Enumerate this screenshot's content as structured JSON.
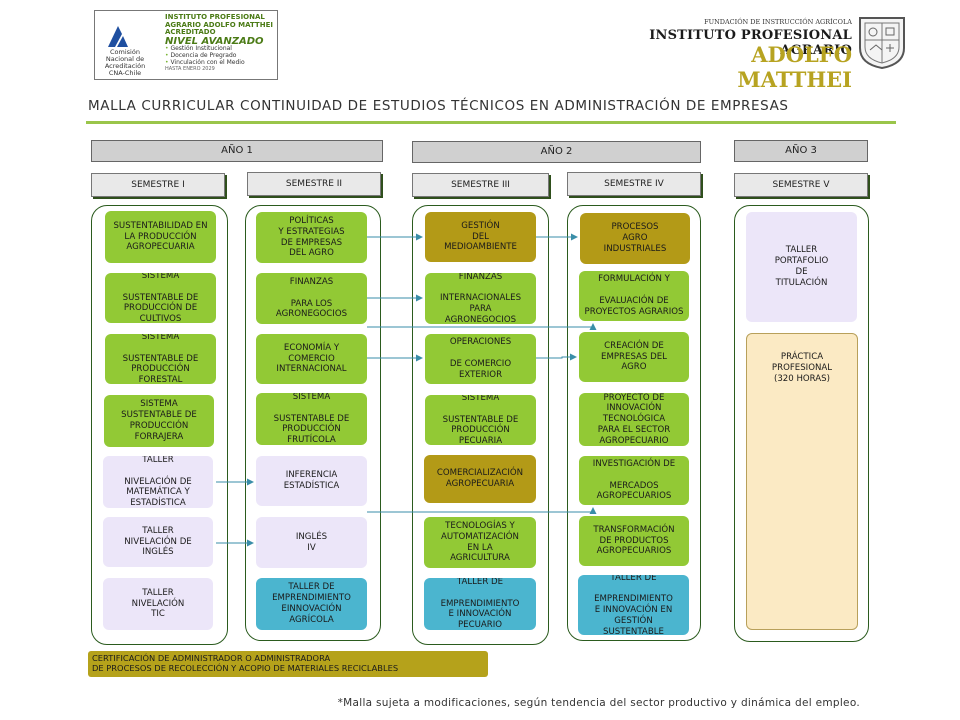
{
  "header": {
    "cna": {
      "name": "Comisión Nacional de Acreditación CNA-Chile",
      "institute": "INSTITUTO PROFESIONAL AGRARIO ADOLFO MATTHEI",
      "status": "ACREDITADO",
      "level": "NIVEL AVANZADO",
      "bullets": [
        "Gestión Institucional",
        "Docencia de Pregrado",
        "Vinculación con el Medio"
      ],
      "validity": "HASTA ENERO 2029"
    },
    "institution": {
      "foundation": "FUNDACIÓN DE INSTRUCCIÓN AGRÍCOLA",
      "line1": "INSTITUTO PROFESIONAL AGRARIO",
      "line2": "ADOLFO MATTHEI"
    }
  },
  "title": "MALLA CURRICULAR CONTINUIDAD DE ESTUDIOS TÉCNICOS EN ADMINISTRACIÓN DE EMPRESAS",
  "years": [
    "AÑO 1",
    "AÑO 2",
    "AÑO 3"
  ],
  "semesters": [
    "SEMESTRE I",
    "SEMESTRE II",
    "SEMESTRE III",
    "SEMESTRE IV",
    "SEMESTRE V"
  ],
  "columns": [
    {
      "courses": [
        "SUSTENTABILIDAD EN\nLA PRODUCCIÓN\nAGROPECUARIA",
        "SISTEMA\n\nSUSTENTABLE DE\nPRODUCCIÓN DE\nCULTIVOS",
        "SISTEMA\n\nSUSTENTABLE DE\nPRODUCCIÓN\nFORESTAL",
        "SISTEMA\nSUSTENTABLE DE\nPRODUCCIÓN\nFORRAJERA",
        "TALLER\n\nNIVELACIÓN DE\nMATEMÁTICA Y\nESTADÍSTICA",
        "TALLER\nNIVELACIÓN DE\nINGLÉS",
        "TALLER\nNIVELACIÓN\nTIC"
      ]
    },
    {
      "courses": [
        "POLÍTICAS\nY ESTRATEGIAS\nDE EMPRESAS\nDEL AGRO",
        "FINANZAS\n\nPARA LOS\nAGRONEGOCIOS",
        "ECONOMÍA Y\nCOMERCIO\nINTERNACIONAL",
        "SISTEMA\n\nSUSTENTABLE DE\nPRODUCCIÓN\nFRUTÍCOLA",
        "INFERENCIA\nESTADÍSTICA",
        "INGLÉS\nIV",
        "TALLER DE\nEMPRENDIMIENTO\nEINNOVACIÓN\nAGRÍCOLA"
      ]
    },
    {
      "courses": [
        "GESTIÓN\nDEL\nMEDIOAMBIENTE",
        "FINANZAS\n\nINTERNACIONALES\nPARA\nAGRONEGOCIOS",
        "OPERACIONES\n\nDE COMERCIO\nEXTERIOR",
        "SISTEMA\n\nSUSTENTABLE DE\nPRODUCCIÓN\nPECUARIA",
        "COMERCIALIZACIÓN\nAGROPECUARIA",
        "TECNOLOGÍAS Y\nAUTOMATIZACIÓN\nEN LA\nAGRICULTURA",
        "TALLER DE\n\nEMPRENDIMIENTO\nE INNOVACIÓN\nPECUARIO"
      ]
    },
    {
      "courses": [
        "PROCESOS\nAGRO\nINDUSTRIALES",
        "FORMULACIÓN Y\n\nEVALUACIÓN DE\nPROYECTOS AGRARIOS",
        "CREACIÓN DE\nEMPRESAS DEL\nAGRO",
        "PROYECTO DE\nINNOVACIÓN\nTECNOLÓGICA\nPARA EL SECTOR\nAGROPECUARIO",
        "INVESTIGACIÓN DE\n\nMERCADOS\nAGROPECUARIOS",
        "TRANSFORMACIÓN\nDE PRODUCTOS\nAGROPECUARIOS",
        "TALLER DE\n\nEMPRENDIMIENTO\nE INNOVACIÓN EN\nGESTIÓN\nSUSTENTABLE"
      ]
    },
    {
      "courses": [
        "TALLER\nPORTAFOLIO\nDE\nTITULACIÓN",
        "PRÁCTICA\nPROFESIONAL\n(320 HORAS)"
      ]
    }
  ],
  "certification": "CERTIFICACIÓN DE ADMINISTRADOR O ADMINISTRADORA\nDE PROCESOS DE RECOLECCIÓN Y ACOPIO DE MATERIALES RECICLABLES",
  "footnote": "*Malla sujeta a modificaciones, según tendencia del sector productivo y dinámica del empleo.",
  "colors": {
    "green": "#92c935",
    "olive": "#b39a17",
    "lilac": "#ece6f9",
    "blue": "#4bb5cf",
    "peach": "#fbeac4",
    "frame": "#2b5b1e",
    "arrow": "#3a8ea8"
  }
}
